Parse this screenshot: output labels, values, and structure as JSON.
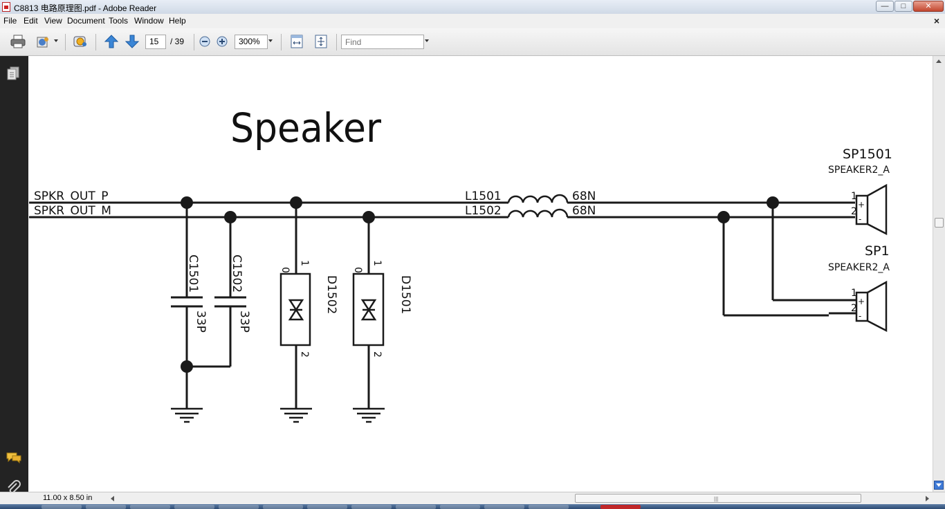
{
  "window": {
    "title": "C8813 电路原理图.pdf - Adobe Reader",
    "minimize": "—",
    "maximize": "□",
    "close": "✕"
  },
  "menu": {
    "items": [
      "File",
      "Edit",
      "View",
      "Document",
      "Tools",
      "Window",
      "Help"
    ],
    "close_doc": "×"
  },
  "toolbar": {
    "page_current": "15",
    "page_total": "/ 39",
    "zoom": "300%",
    "find_placeholder": "Find"
  },
  "status": {
    "page_size": "11.00 x 8.50 in"
  },
  "schematic": {
    "title": "Speaker",
    "net_p": "SPKR_OUT_P",
    "net_m": "SPKR_OUT_M",
    "l1_ref": "L1501",
    "l1_val": "68N",
    "l2_ref": "L1502",
    "l2_val": "68N",
    "c1_ref": "C1501",
    "c1_val": "33P",
    "c2_ref": "C1502",
    "c2_val": "33P",
    "d1_ref": "D1502",
    "d2_ref": "D1501",
    "pin_0": "0",
    "pin_1": "1",
    "pin_2": "2",
    "sp1_ref": "SP1501",
    "sp1_type": "SPEAKER2_A",
    "sp2_ref": "SP1",
    "sp2_type": "SPEAKER2_A",
    "plus": "+",
    "minus": "-"
  }
}
